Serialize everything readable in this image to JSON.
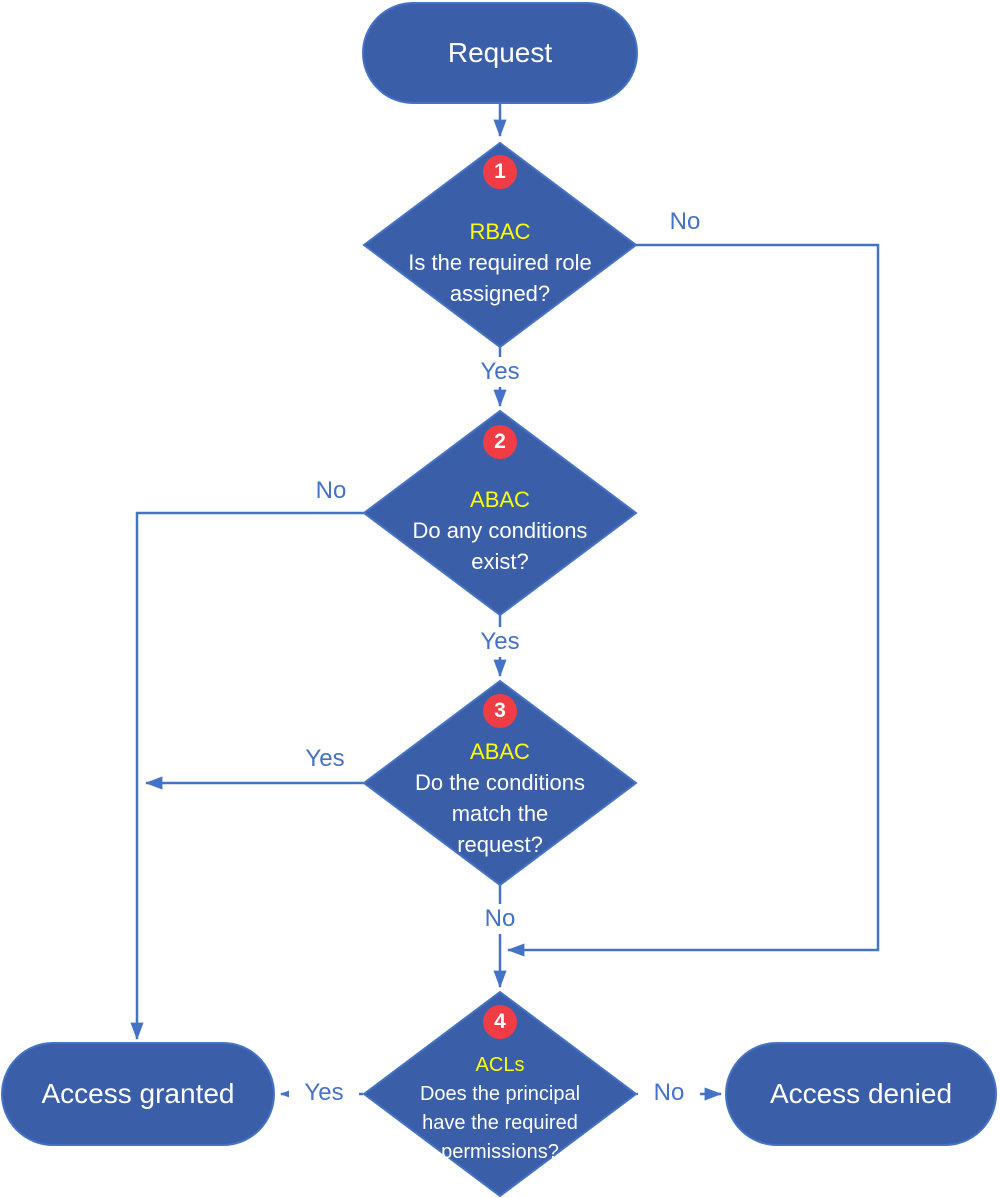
{
  "colors": {
    "shape_fill": "#3B5EA9",
    "shape_border": "#4472C4",
    "connector": "#4472C4",
    "badge_red": "#F03C44",
    "tag_yellow": "#FFFF00",
    "node_text": "#FFFFFF",
    "edge_label_blue": "#4472C4",
    "background": "#FFFFFF"
  },
  "icons": {
    "arrowhead": "filled-triangle"
  },
  "nodes": {
    "request": {
      "label": "Request"
    },
    "d1": {
      "number": "1",
      "tag": "RBAC",
      "lines": [
        "Is the required role",
        "assigned?"
      ]
    },
    "d2": {
      "number": "2",
      "tag": "ABAC",
      "lines": [
        "Do any conditions",
        "exist?"
      ]
    },
    "d3": {
      "number": "3",
      "tag": "ABAC",
      "lines": [
        "Do the conditions",
        "match the",
        "request?"
      ]
    },
    "d4": {
      "number": "4",
      "tag": "ACLs",
      "lines": [
        "Does the principal",
        "have the required",
        "permissions?"
      ]
    },
    "granted": {
      "label": "Access granted"
    },
    "denied": {
      "label": "Access denied"
    }
  },
  "edges": {
    "d1_yes": "Yes",
    "d1_no": "No",
    "d2_yes": "Yes",
    "d2_no": "No",
    "d3_yes": "Yes",
    "d3_no": "No",
    "d4_yes": "Yes",
    "d4_no": "No"
  }
}
